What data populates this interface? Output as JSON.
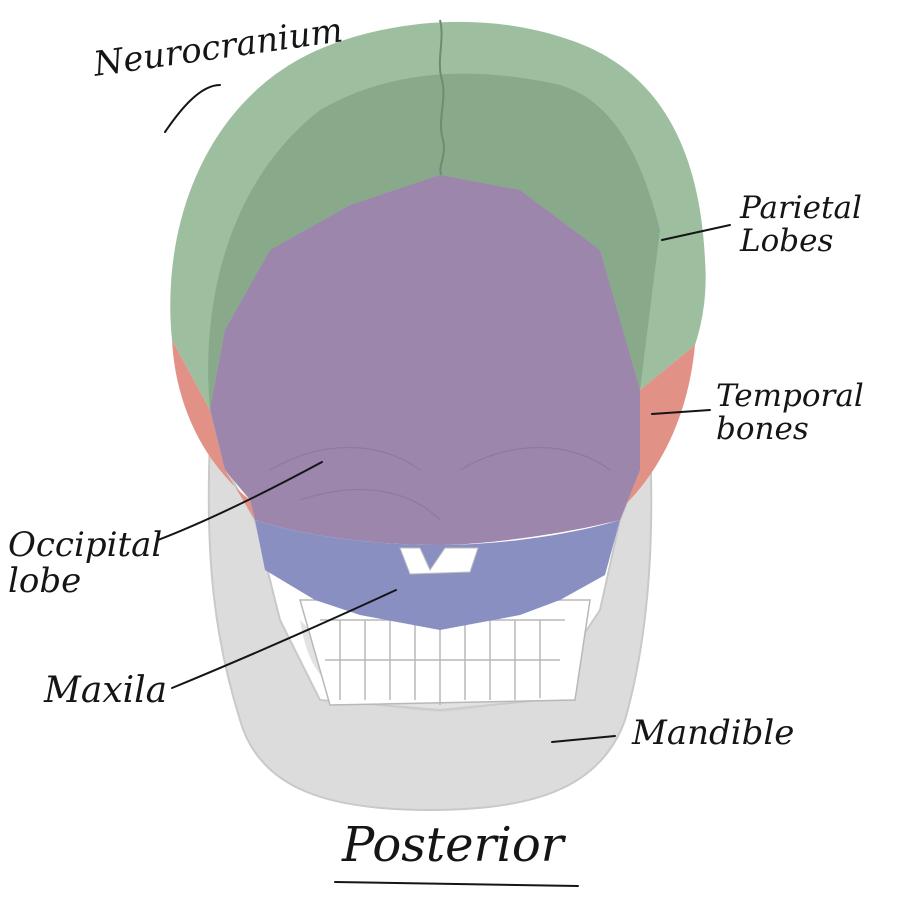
{
  "labels": {
    "neurocranium": "Neurocranium",
    "parietal": "Parietal\nLobes",
    "temporal": "Temporal\nbones",
    "occipital": "Occipital\nlobe",
    "maxila": "Maxila",
    "mandible": "Mandible",
    "view": "Posterior"
  },
  "colors": {
    "parietal": "#9dbf9f",
    "parietal_inner": "#86a587",
    "temporal": "#e29186",
    "occipital": "#9c86ac",
    "maxila": "#8a8fc2",
    "mandible": "#dcdcdc",
    "mandible_outline": "#c9c9c9",
    "teeth": "#ffffff",
    "ink": "#151515"
  }
}
